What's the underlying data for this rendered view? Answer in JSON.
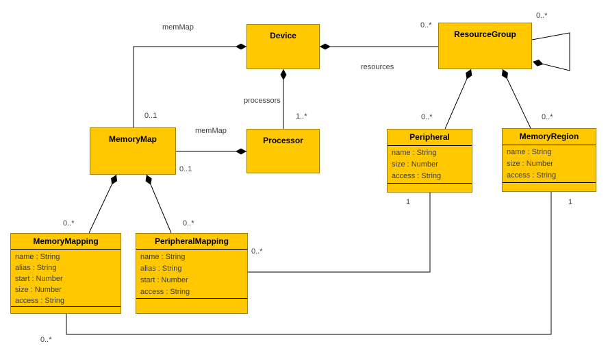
{
  "diagram_type": "uml-class-diagram",
  "classes": {
    "device": {
      "name": "Device",
      "attributes": []
    },
    "resource_group": {
      "name": "ResourceGroup",
      "attributes": []
    },
    "memory_map": {
      "name": "MemoryMap",
      "attributes": []
    },
    "processor": {
      "name": "Processor",
      "attributes": []
    },
    "peripheral": {
      "name": "Peripheral",
      "attributes": [
        "name : String",
        "size : Number",
        "access : String"
      ]
    },
    "memory_region": {
      "name": "MemoryRegion",
      "attributes": [
        "name : String",
        "size : Number",
        "access : String"
      ]
    },
    "memory_mapping": {
      "name": "MemoryMapping",
      "attributes": [
        "name : String",
        "alias : String",
        "start : Number",
        "size : Number",
        "access : String"
      ]
    },
    "peripheral_mapping": {
      "name": "PeripheralMapping",
      "attributes": [
        "name : String",
        "alias : String",
        "start : Number",
        "access : String"
      ]
    }
  },
  "associations": {
    "device_memory_map": {
      "name": "memMap",
      "target_multiplicity": "0..1",
      "kind": "composition"
    },
    "device_processor": {
      "name": "processors",
      "target_multiplicity": "1..*",
      "kind": "composition"
    },
    "device_resource_group": {
      "name": "resources",
      "target_multiplicity": "0..*",
      "kind": "composition"
    },
    "resource_group_self": {
      "target_multiplicity": "0..*",
      "kind": "composition"
    },
    "resource_group_peripheral": {
      "target_multiplicity": "0..*",
      "kind": "composition"
    },
    "resource_group_memory_region": {
      "target_multiplicity": "0..*",
      "kind": "composition"
    },
    "memory_map_processor": {
      "name": "memMap",
      "target_multiplicity": "0..1",
      "kind": "composition"
    },
    "memory_map_memory_mapping": {
      "target_multiplicity": "0..*",
      "kind": "composition"
    },
    "memory_map_peripheral_mapping": {
      "target_multiplicity": "0..*",
      "kind": "composition"
    },
    "peripheral_peripheral_mapping": {
      "source_multiplicity": "1",
      "target_multiplicity": "0..*",
      "kind": "association"
    },
    "memory_region_memory_mapping": {
      "source_multiplicity": "1",
      "target_multiplicity": "0..*",
      "kind": "association"
    }
  },
  "colors": {
    "class_fill": "#ffc800",
    "class_border": "#a08000",
    "line": "#000000",
    "background": "#ffffff"
  }
}
